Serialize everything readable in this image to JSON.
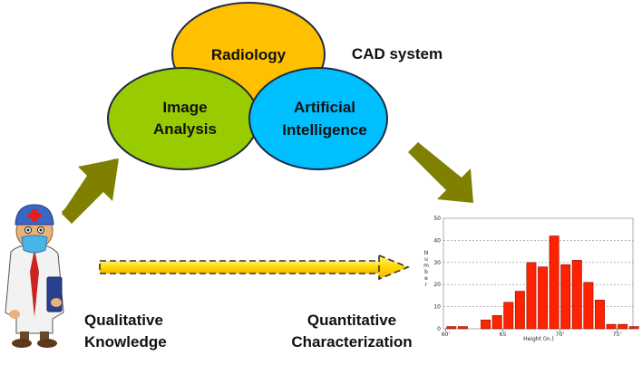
{
  "diagram": {
    "venn": {
      "radiology": "Radiology",
      "image_analysis": [
        "Image",
        "Analysis"
      ],
      "artificial_intelligence": [
        "Artificial",
        "Intelligence"
      ]
    },
    "cad_label": "CAD system",
    "captions": {
      "qualitative": [
        "Qualitative",
        "Knowledge"
      ],
      "quantitative": [
        "Quantitative",
        "Characterization"
      ]
    },
    "colors": {
      "radiology": "#ffc000",
      "image_analysis": "#99cc00",
      "artificial_intelligence": "#00bfff",
      "arrow": "#7f7f00",
      "dashed_arrow": "#ffd700",
      "bars": "#ff2200"
    },
    "icons": [
      "doctor-figure-icon"
    ]
  },
  "chart_data": {
    "type": "bar",
    "xlabel": "Height (in.)",
    "ylabel": "Number",
    "ylim": [
      0,
      50
    ],
    "yticks": [
      0,
      10,
      20,
      30,
      40,
      50
    ],
    "xticks": [
      "60'",
      "65",
      "70'",
      "75'"
    ],
    "tick_positions": [
      60,
      65,
      70,
      75
    ],
    "xlim": [
      59.8,
      76.4
    ],
    "grid": true,
    "bars": [
      {
        "x": 60,
        "value": 1
      },
      {
        "x": 61,
        "value": 1
      },
      {
        "x": 63,
        "value": 4
      },
      {
        "x": 64,
        "value": 6
      },
      {
        "x": 65,
        "value": 12
      },
      {
        "x": 66,
        "value": 17
      },
      {
        "x": 67,
        "value": 30
      },
      {
        "x": 68,
        "value": 28
      },
      {
        "x": 69,
        "value": 42
      },
      {
        "x": 70,
        "value": 29
      },
      {
        "x": 71,
        "value": 31
      },
      {
        "x": 72,
        "value": 21
      },
      {
        "x": 73,
        "value": 13
      },
      {
        "x": 74,
        "value": 2
      },
      {
        "x": 75,
        "value": 2
      },
      {
        "x": 76,
        "value": 1
      }
    ]
  }
}
